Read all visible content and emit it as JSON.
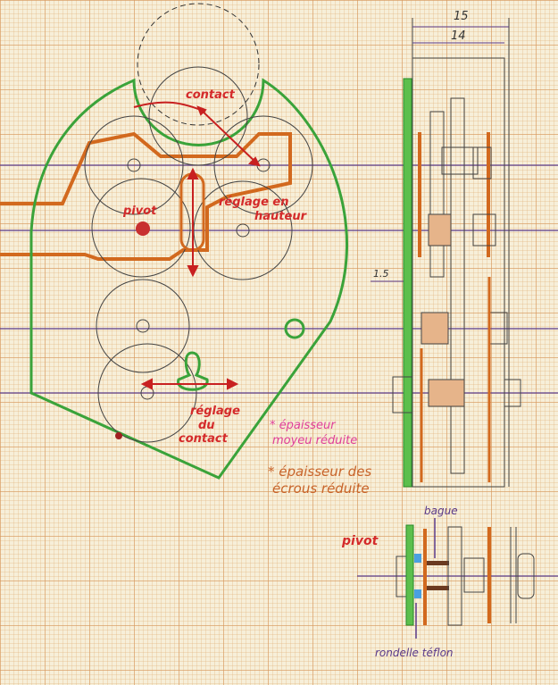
{
  "drawing": {
    "dimensions": {
      "overall_width": "15",
      "inner_width": "14",
      "plate_offset": "1.5"
    },
    "labels": {
      "contact": "contact",
      "reglage_hauteur_1": "réglage en",
      "reglage_hauteur_2": "hauteur",
      "pivot": "pivot",
      "reglage_contact_1": "réglage",
      "reglage_contact_2": "du",
      "reglage_contact_3": "contact"
    },
    "notes": {
      "moyeu_1": "* épaisseur",
      "moyeu_2": "moyeu réduite",
      "ecrous_1": "* épaisseur des",
      "ecrous_2": "écrous réduite"
    },
    "detail": {
      "pivot": "pivot",
      "bague": "bague",
      "rondelle": "rondelle téflon"
    },
    "colors": {
      "plate": "#3aa33a",
      "arm": "#d2691e",
      "annotation": "#d42a2a",
      "axis": "#5a3a8a",
      "note_pink": "#e0409a"
    }
  }
}
